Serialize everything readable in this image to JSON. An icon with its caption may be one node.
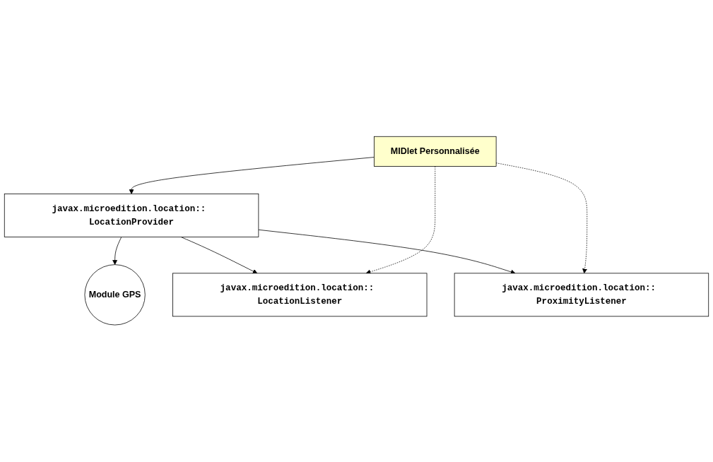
{
  "diagram": {
    "nodes": [
      {
        "text": [
          "javax.microedition.location:: LocationProvider"
        ]
      },
      {
        "text": [
          "Module GPS"
        ]
      },
      {
        "text": [
          "javax.microedition.location:: LocationListener"
        ]
      },
      {
        "text": [
          "javax.microedition.location:: ProximityListener"
        ]
      },
      {
        "text": [
          "MIDlet Personnalisée"
        ]
      }
    ],
    "edges": [
      {
        "from": 0,
        "to": 1,
        "arrow": "to"
      },
      {
        "from": 0,
        "to": 2,
        "arrow": "to"
      },
      {
        "from": 0,
        "to": 3,
        "arrow": "to"
      },
      {
        "from": 4,
        "to": 0,
        "arrow": "to"
      },
      {
        "from": 4,
        "to": 2,
        "arrow": "to",
        "style": "dashed"
      },
      {
        "from": 4,
        "to": 3,
        "arrow": "to",
        "style": "dashed"
      }
    ]
  }
}
